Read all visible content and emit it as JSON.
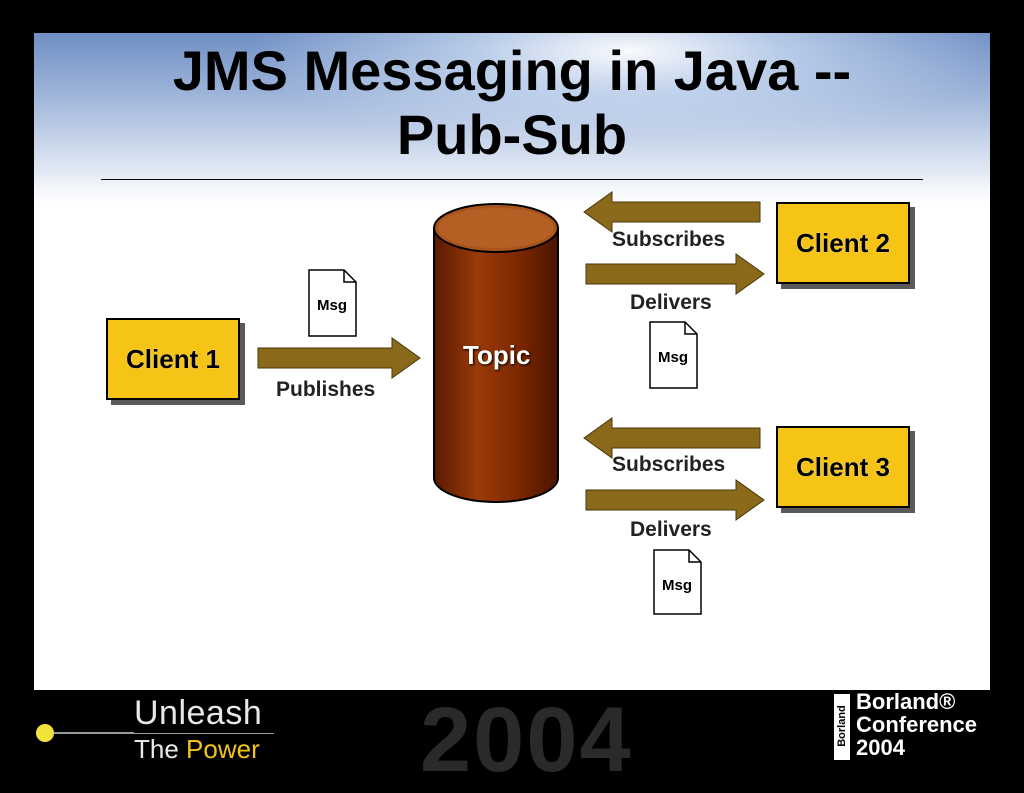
{
  "title": {
    "line1": "JMS Messaging in Java --",
    "line2": "Pub-Sub"
  },
  "diagram": {
    "publisher": "Client 1",
    "topic": "Topic",
    "subscriber_a": "Client 2",
    "subscriber_b": "Client 3",
    "publishes": "Publishes",
    "subscribes": "Subscribes",
    "delivers": "Delivers",
    "msg": "Msg"
  },
  "footer": {
    "unleash": "Unleash",
    "the": "The",
    "power": "Power",
    "year": "2004",
    "brand_mark": "Borland",
    "conf_line1": "Borland®",
    "conf_line2": "Conference",
    "conf_line3": "2004"
  },
  "colors": {
    "client_fill": "#f5c417",
    "topic_fill": "#8a2a00",
    "arrow_fill": "#8a6a1a",
    "accent": "#f0c21a"
  }
}
